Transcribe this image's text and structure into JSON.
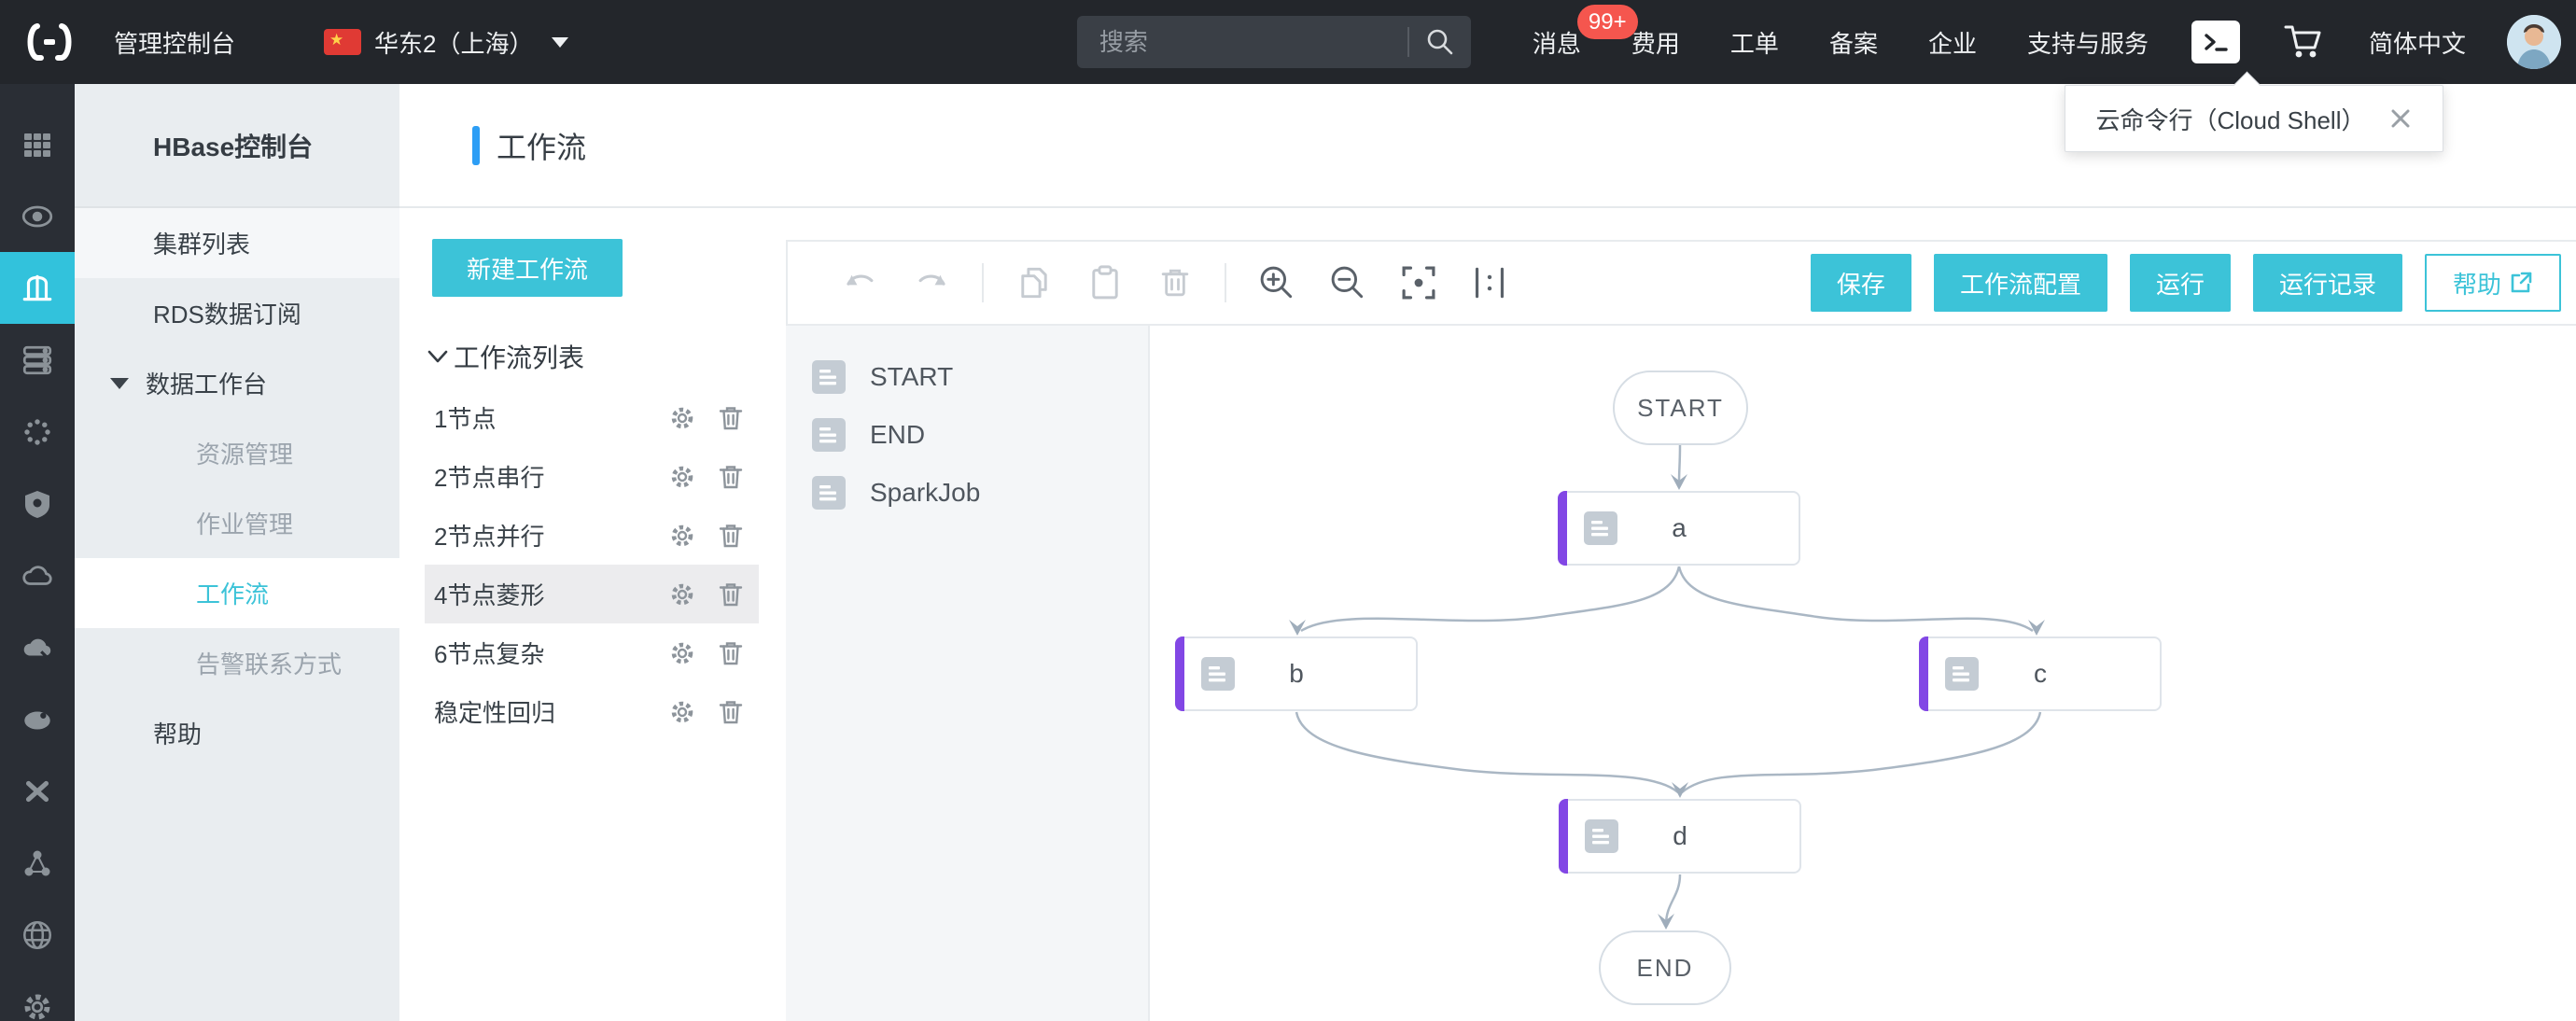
{
  "colors": {
    "accent_cyan": "#3cc3d8",
    "rail_selected_cyan": "#32c2dc",
    "title_accent_blue": "#2d9ef5",
    "badge_red": "#f5564e",
    "node_accent_purple": "#8247e5",
    "edge_gray": "#aab7c4",
    "topbar_dark": "#23262b"
  },
  "topbar": {
    "console_label": "管理控制台",
    "region": {
      "label": "华东2（上海）",
      "flag": "china-flag"
    },
    "search": {
      "placeholder": "搜索"
    },
    "nav": [
      {
        "label": "消息",
        "badge": "99+"
      },
      {
        "label": "费用"
      },
      {
        "label": "工单"
      },
      {
        "label": "备案"
      },
      {
        "label": "企业"
      },
      {
        "label": "支持与服务"
      }
    ],
    "language": "简体中文",
    "cloud_shell_tooltip": {
      "text": "云命令行（Cloud Shell）"
    }
  },
  "sidebar": {
    "title": "HBase控制台",
    "items": [
      {
        "label": "集群列表",
        "state": "normal"
      },
      {
        "label": "RDS数据订阅",
        "state": "normal"
      },
      {
        "label": "数据工作台",
        "state": "group-expanded"
      },
      {
        "label": "资源管理",
        "state": "child-muted"
      },
      {
        "label": "作业管理",
        "state": "child-muted"
      },
      {
        "label": "工作流",
        "state": "child-selected"
      },
      {
        "label": "告警联系方式",
        "state": "child-muted"
      },
      {
        "label": "帮助",
        "state": "normal"
      }
    ]
  },
  "page": {
    "title": "工作流"
  },
  "workflow_panel": {
    "new_button_label": "新建工作流",
    "list_title": "工作流列表",
    "items": [
      {
        "label": "1节点",
        "selected": false
      },
      {
        "label": "2节点串行",
        "selected": false
      },
      {
        "label": "2节点并行",
        "selected": false
      },
      {
        "label": "4节点菱形",
        "selected": true
      },
      {
        "label": "6节点复杂",
        "selected": false
      },
      {
        "label": "稳定性回归",
        "selected": false
      }
    ]
  },
  "canvas_toolbar": {
    "icons": [
      "undo",
      "redo",
      "copy",
      "paste",
      "delete",
      "zoom-in",
      "zoom-out",
      "fit-view",
      "actual-size"
    ]
  },
  "actions": [
    {
      "label": "保存",
      "style": "primary"
    },
    {
      "label": "工作流配置",
      "style": "primary"
    },
    {
      "label": "运行",
      "style": "primary"
    },
    {
      "label": "运行记录",
      "style": "primary"
    },
    {
      "label": "帮助",
      "style": "outline",
      "icon": "external-link"
    }
  ],
  "palette": {
    "items": [
      {
        "label": "START"
      },
      {
        "label": "END"
      },
      {
        "label": "SparkJob"
      }
    ]
  },
  "flow": {
    "nodes": [
      {
        "id": "START",
        "label": "START",
        "type": "terminal"
      },
      {
        "id": "a",
        "label": "a",
        "type": "job"
      },
      {
        "id": "b",
        "label": "b",
        "type": "job"
      },
      {
        "id": "c",
        "label": "c",
        "type": "job"
      },
      {
        "id": "d",
        "label": "d",
        "type": "job"
      },
      {
        "id": "END",
        "label": "END",
        "type": "terminal"
      }
    ],
    "edges": [
      [
        "START",
        "a"
      ],
      [
        "a",
        "b"
      ],
      [
        "a",
        "c"
      ],
      [
        "b",
        "d"
      ],
      [
        "c",
        "d"
      ],
      [
        "d",
        "END"
      ]
    ]
  }
}
